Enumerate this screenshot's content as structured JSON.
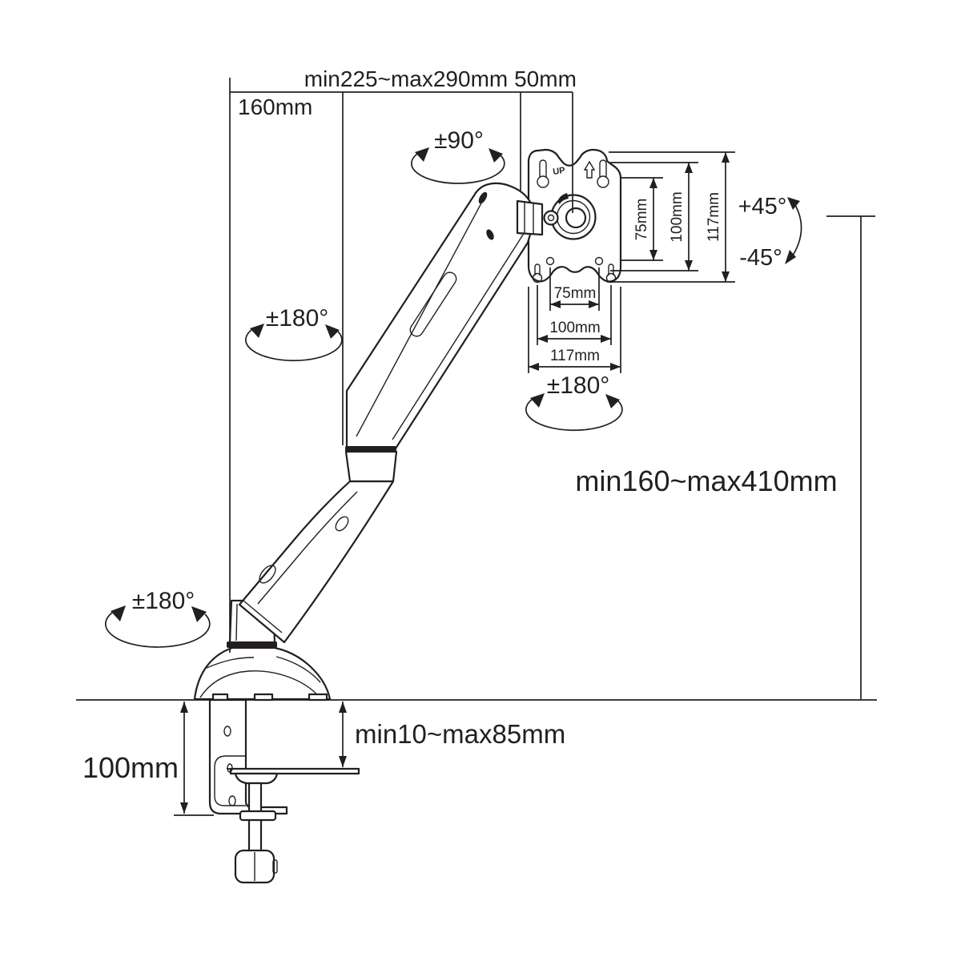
{
  "labels": {
    "arm_reach": "min225~max290mm",
    "vesa_joint_offset": "50mm",
    "base_offset": "160mm",
    "head_rotation": "±90°",
    "upper_arm_rotation": "±180°",
    "base_rotation": "±180°",
    "vesa_plate_rotation": "±180°",
    "tilt_up": "+45°",
    "tilt_down": "-45°",
    "height_range": "min160~max410mm",
    "clamp_height": "100mm",
    "desk_thickness": "min10~max85mm",
    "vesa_up_marking": "UP",
    "vesa_vertical_spacings": [
      "75mm",
      "100mm",
      "117mm"
    ],
    "vesa_horizontal_spacings": [
      "75mm",
      "100mm",
      "117mm"
    ]
  },
  "colors": {
    "line": "#231f20",
    "background": "#ffffff"
  }
}
